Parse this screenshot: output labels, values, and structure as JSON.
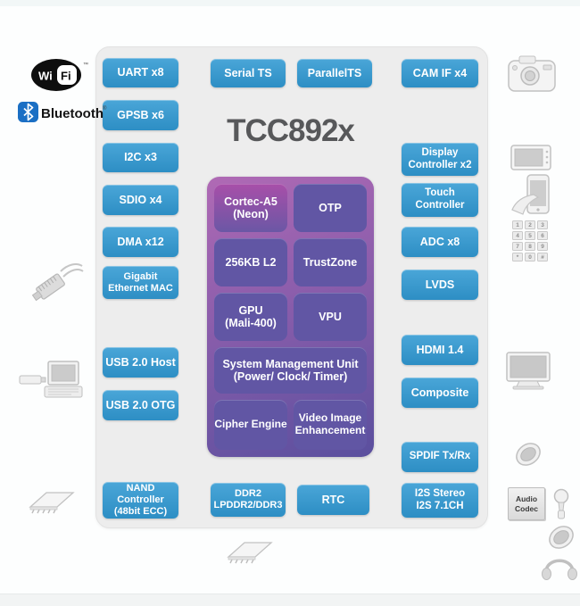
{
  "title": "TCC892x",
  "logos": {
    "wifi": {
      "left": "Wi",
      "right": "Fi",
      "tm": "™"
    },
    "bluetooth": {
      "label": "Bluetooth",
      "reg": "®"
    }
  },
  "blocks": {
    "left": [
      "UART x8",
      "GPSB x6",
      "I2C x3",
      "SDIO x4",
      "DMA x12",
      "Gigabit\nEthernet MAC",
      "USB 2.0 Host",
      "USB 2.0 OTG",
      "NAND\nController\n(48bit ECC)"
    ],
    "top": [
      "Serial TS",
      "ParallelTS"
    ],
    "core": [
      "Cortec-A5\n(Neon)",
      "OTP",
      "256KB L2",
      "TrustZone",
      "GPU\n(Mali-400)",
      "VPU",
      "System Management Unit\n(Power/ Clock/ Timer)",
      "Cipher Engine",
      "Video Image\nEnhancement"
    ],
    "bottom": [
      "DDR2\nLPDDR2/DDR3",
      "RTC"
    ],
    "right": [
      "CAM IF x4",
      "Display\nController x2",
      "Touch\nController",
      "ADC x8",
      "LVDS",
      "HDMI 1.4",
      "Composite",
      "SPDIF Tx/Rx",
      "I2S Stereo\nI2S 7.1CH"
    ]
  },
  "icons": {
    "left_side": [
      "wifi-logo",
      "bluetooth-logo",
      "ethernet-cable",
      "desktop-computer",
      "memory-chip"
    ],
    "right_side": [
      "camera",
      "lcd-display",
      "touch-phone",
      "numeric-keypad",
      "tv",
      "speaker",
      "audio-codec-chip",
      "microphone",
      "speaker",
      "headphones"
    ],
    "bottom_side": [
      "memory-chip"
    ],
    "keypad_keys": [
      "1",
      "2",
      "3",
      "4",
      "5",
      "6",
      "7",
      "8",
      "9",
      "*",
      "0",
      "#"
    ],
    "audio_codec_label": "Audio\nCodec"
  },
  "colors": {
    "block_blue": "#3496ca",
    "core_purple": "#6156a4",
    "core_magenta": "#a85aac",
    "panel_bg": "#ededed",
    "title_gray": "#57585a",
    "bluetooth_blue": "#1b6fc4"
  }
}
